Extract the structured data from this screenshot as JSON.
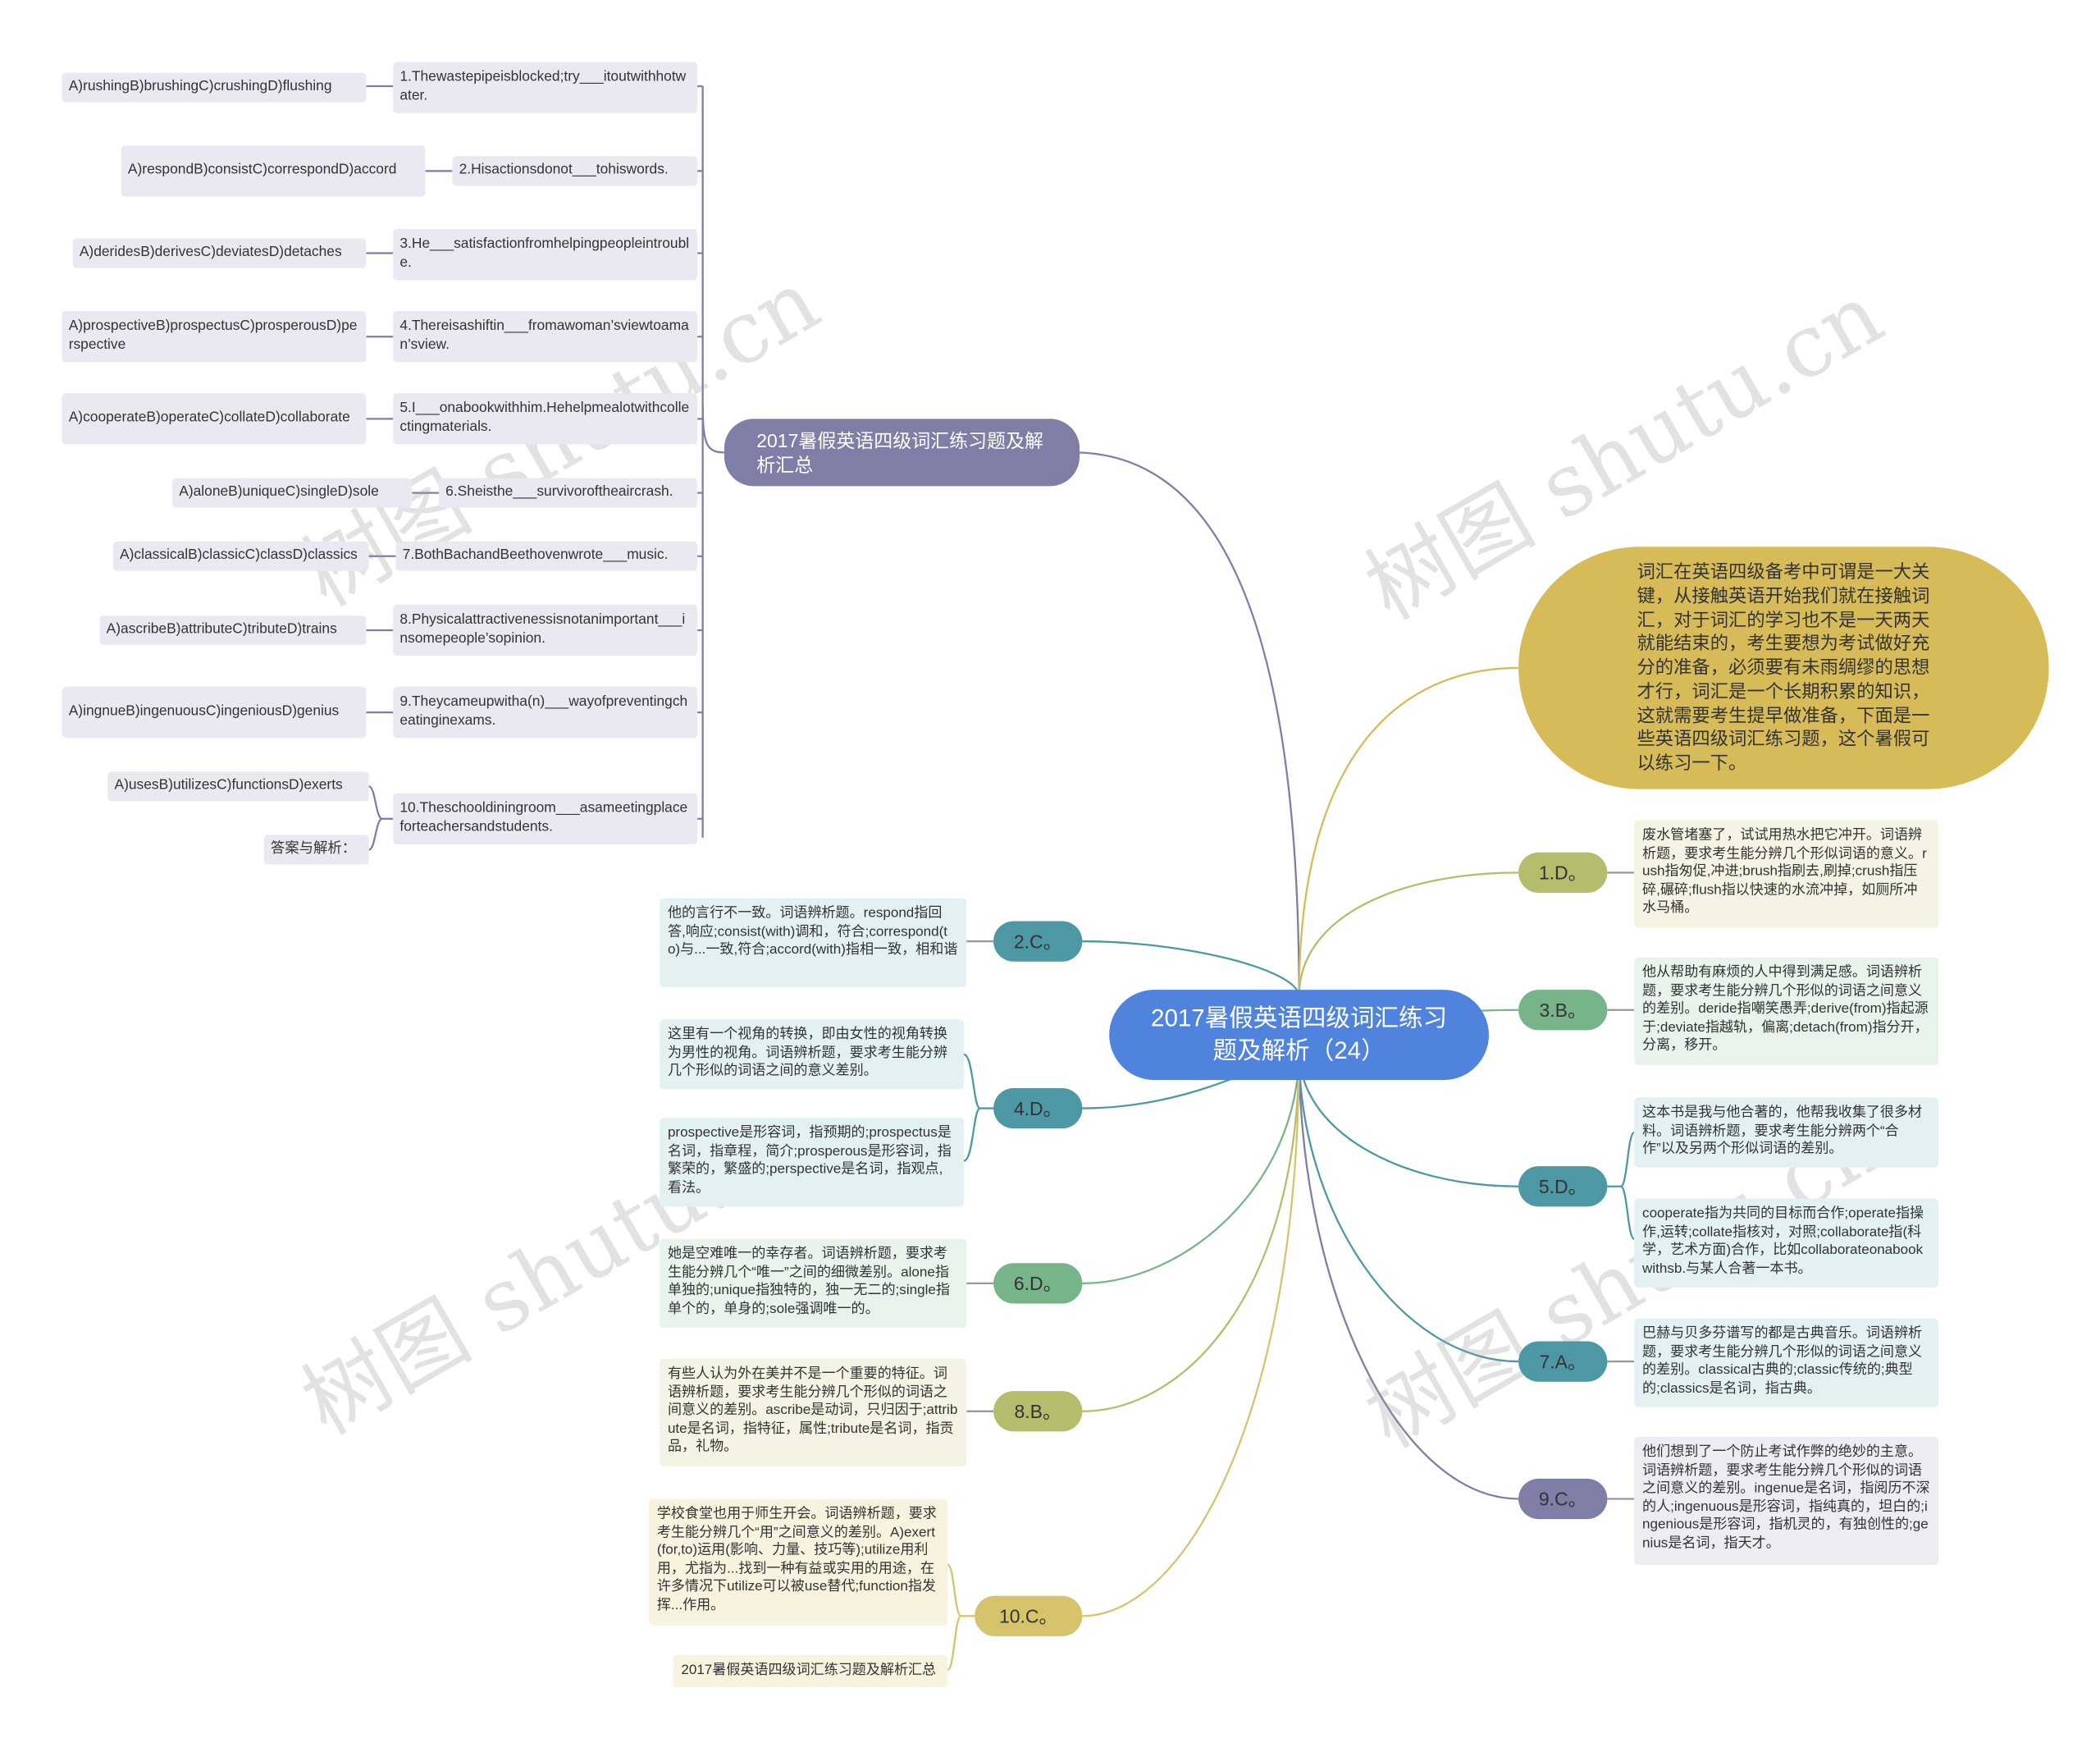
{
  "root": "2017暑假英语四级词汇练习题及解析（24）",
  "intro": "词汇在英语四级备考中可谓是一大关键，从接触英语开始我们就在接触词汇，对于词汇的学习也不是一天两天就能结束的，考生要想为考试做好充分的准备，必须要有未雨绸缪的思想才行，词汇是一个长期积累的知识，这就需要考生提早做准备，下面是一些英语四级词汇练习题，这个暑假可以练习一下。",
  "topic": "2017暑假英语四级词汇练习题及解析汇总",
  "questions": [
    {
      "text": "1.Thewastepipeisblocked;try___itoutwithhotwater.",
      "options": "A)rushingB)brushingC)crushingD)flushing"
    },
    {
      "text": "2.Hisactionsdonot___tohiswords.",
      "options": "A)respondB)consistC)correspondD)accord"
    },
    {
      "text": "3.He___satisfactionfromhelpingpeopleintrouble.",
      "options": "A)deridesB)derivesC)deviatesD)detaches"
    },
    {
      "text": "4.Thereisashiftin___fromawoman’sviewtoaman’sview.",
      "options": "A)prospectiveB)prospectusC)prosperousD)perspective"
    },
    {
      "text": "5.I___onabookwithhim.Hehelpmealotwithcollectingmaterials.",
      "options": "A)cooperateB)operateC)collateD)collaborate"
    },
    {
      "text": "6.Sheisthe___survivoroftheaircrash.",
      "options": "A)aloneB)uniqueC)singleD)sole"
    },
    {
      "text": "7.BothBachandBeethovenwrote___music.",
      "options": "A)classicalB)classicC)classD)classics"
    },
    {
      "text": "8.Physicalattractivenessisnotanimportant___insomepeople’sopinion.",
      "options": "A)ascribeB)attributeC)tributeD)trains"
    },
    {
      "text": "9.Theycameupwitha(n)___wayofpreventingcheatinginexams.",
      "options": "A)ingnueB)ingenuousC)ingeniousD)genius"
    },
    {
      "text": "10.Theschooldiningroom___asameetingplaceforteachersandstudents.",
      "options": "A)usesB)utilizesC)functionsD)exerts",
      "extra": "答案与解析："
    }
  ],
  "answers": {
    "a1": {
      "label": "1.D。",
      "notes": [
        "废水管堵塞了，试试用热水把它冲开。词语辨析题，要求考生能分辨几个形似词语的意义。rush指匆促,冲进;brush指刷去,刷掉;crush指压碎,碾碎;flush指以快速的水流冲掉，如厕所冲水马桶。"
      ]
    },
    "a2": {
      "label": "2.C。",
      "notes": [
        "他的言行不一致。词语辨析题。respond指回答,响应;consist(with)调和，符合;correspond(to)与...一致,符合;accord(with)指相一致，相和谐"
      ]
    },
    "a3": {
      "label": "3.B。",
      "notes": [
        "他从帮助有麻烦的人中得到满足感。词语辨析题，要求考生能分辨几个形似的词语之间意义的差别。deride指嘲笑愚弄;derive(from)指起源于;deviate指越轨，偏离;detach(from)指分开，分离，移开。"
      ]
    },
    "a4": {
      "label": "4.D。",
      "notes": [
        "这里有一个视角的转换，即由女性的视角转换为男性的视角。词语辨析题，要求考生能分辨几个形似的词语之间的意义差别。",
        "prospective是形容词，指预期的;prospectus是名词，指章程，简介;prosperous是形容词，指繁荣的，繁盛的;perspective是名词，指观点,看法。"
      ]
    },
    "a5": {
      "label": "5.D。",
      "notes": [
        "这本书是我与他合著的，他帮我收集了很多材料。词语辨析题，要求考生能分辨两个“合作”以及另两个形似词语的差别。",
        "cooperate指为共同的目标而合作;operate指操作,运转;collate指核对，对照;collaborate指(科学，艺术方面)合作，比如collaborateonabookwithsb.与某人合著一本书。"
      ]
    },
    "a6": {
      "label": "6.D。",
      "notes": [
        "她是空难唯一的幸存者。词语辨析题，要求考生能分辨几个“唯一”之间的细微差别。alone指单独的;unique指独特的，独一无二的;single指单个的，单身的;sole强调唯一的。"
      ]
    },
    "a7": {
      "label": "7.A。",
      "notes": [
        "巴赫与贝多芬谱写的都是古典音乐。词语辨析题，要求考生能分辨几个形似的词语之间意义的差别。classical古典的;classic传统的;典型的;classics是名词，指古典。"
      ]
    },
    "a8": {
      "label": "8.B。",
      "notes": [
        "有些人认为外在美并不是一个重要的特征。词语辨析题，要求考生能分辨几个形似的词语之间意义的差别。ascribe是动词，只归因于;attribute是名词，指特征，属性;tribute是名词，指贡品，礼物。"
      ]
    },
    "a9": {
      "label": "9.C。",
      "notes": [
        "他们想到了一个防止考试作弊的绝妙的主意。词语辨析题，要求考生能分辨几个形似的词语之间意义的差别。ingenue是名词，指阅历不深的人;ingenuous是形容词，指纯真的，坦白的;ingenious是形容词，指机灵的，有独创性的;genius是名词，指天才。"
      ]
    },
    "a10": {
      "label": "10.C。",
      "notes": [
        "学校食堂也用于师生开会。词语辨析题，要求考生能分辨几个“用”之间意义的差别。A)exert(for,to)运用(影响、力量、技巧等);utilize用利用，尤指为...找到一种有益或实用的用途，在许多情况下utilize可以被use替代;function指发挥...作用。",
        "2017暑假英语四级词汇练习题及解析汇总"
      ]
    }
  },
  "watermark": "树图 shutu.cn",
  "colors": {
    "root": "#4f83dd",
    "intro": "#d6bb58",
    "topic": "#7e7ea6",
    "gray": "#e9eaf1",
    "olive": "#b5bd6c",
    "teal": "#4e98a6",
    "green": "#78b48a",
    "purple": "#7e7ea6",
    "gold": "#d6c46d"
  }
}
